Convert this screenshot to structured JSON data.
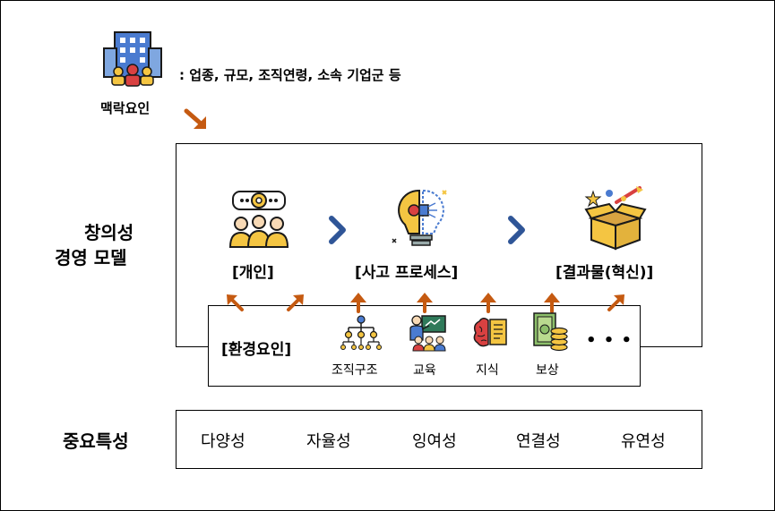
{
  "context": {
    "label": "맥락요인",
    "description": ": 업종, 규모, 조직연령, 소속 기업군 등",
    "icon": "building-icon"
  },
  "model": {
    "title_line1": "창의성",
    "title_line2": "경영 모델",
    "stages": [
      {
        "label": "[개인]",
        "icon": "team-idea-icon"
      },
      {
        "label": "[사고 프로세스]",
        "icon": "lightbulb-brain-icon"
      },
      {
        "label": "[결과물(혁신)]",
        "icon": "magic-box-icon"
      }
    ]
  },
  "environment": {
    "label": "[환경요인]",
    "items": [
      {
        "label": "조직구조",
        "icon": "org-chart-icon"
      },
      {
        "label": "교육",
        "icon": "teacher-icon"
      },
      {
        "label": "지식",
        "icon": "brain-book-icon"
      },
      {
        "label": "보상",
        "icon": "money-coins-icon"
      }
    ],
    "more": "• • •"
  },
  "key_traits": {
    "title": "중요특성",
    "items": [
      "다양성",
      "자율성",
      "잉여성",
      "연결성",
      "유연성"
    ]
  },
  "colors": {
    "arrow_orange": "#C55A11",
    "chevron_blue": "#2F5597",
    "icon_yellow": "#F4C542",
    "icon_blue": "#4A7BD0",
    "icon_red": "#D94141"
  }
}
